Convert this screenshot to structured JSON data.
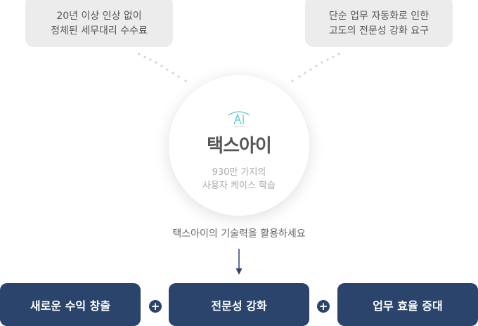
{
  "bubbles": [
    {
      "line1": "20년 이상 인상 없이",
      "line2": "정체된 세무대리 수수료"
    },
    {
      "line1": "단순 업무 자동화로 인한",
      "line2": "고도의 전문성 강화 요구"
    }
  ],
  "center": {
    "logo": "AI",
    "brand": "택스아이",
    "sub1": "930만 가지의",
    "sub2": "사용자 케이스 학습"
  },
  "tagline": "택스아이의 기술력을 활용하세요",
  "outcomes": [
    "새로운 수익 창출",
    "전문성 강화",
    "업무 효율 증대"
  ],
  "plus_symbol": "+",
  "colors": {
    "navy": "#2a446b",
    "accent": "#5bc4cf"
  }
}
